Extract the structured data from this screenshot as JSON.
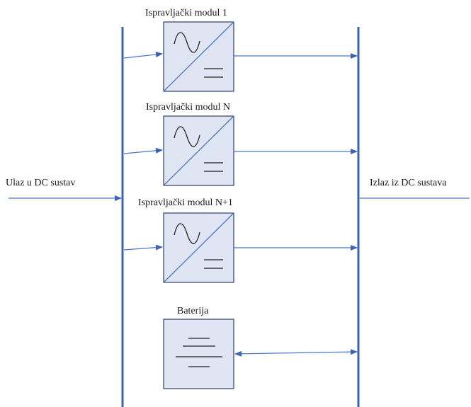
{
  "diagram": {
    "input_label": "Ulaz u DC sustav",
    "output_label": "Izlaz iz DC sustava",
    "modules": [
      {
        "label": "Ispravljački modul 1"
      },
      {
        "label": "Ispravljački modul N"
      },
      {
        "label": "Ispravljački modul N+1"
      }
    ],
    "battery": {
      "label": "Baterija"
    },
    "colors": {
      "bus": "#3a63b8",
      "wire": "#4a76c8",
      "box_fill": "#dfe5f3",
      "box_stroke": "#2f3f63"
    }
  }
}
